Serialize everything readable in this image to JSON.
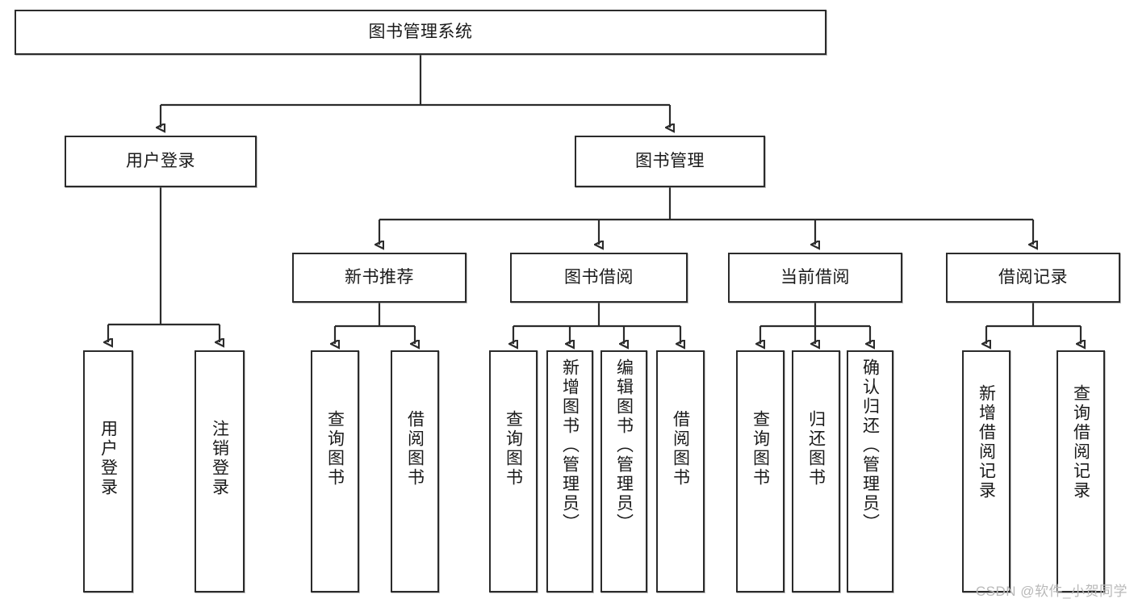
{
  "diagram": {
    "title": "图书管理系统",
    "type": "hierarchy-tree",
    "watermark": "CSDN @软件_小贺同学",
    "colors": {
      "stroke": "#2b2b2b",
      "fill": "#ffffff",
      "text": "#1a1a1a",
      "watermark": "#b9b9b9"
    },
    "levels": {
      "root": {
        "label": "图书管理系统"
      },
      "level2": [
        {
          "id": "user-login",
          "label": "用户登录"
        },
        {
          "id": "book-manage",
          "label": "图书管理"
        }
      ],
      "level3": [
        {
          "id": "new-book-recommend",
          "label": "新书推荐"
        },
        {
          "id": "book-borrow",
          "label": "图书借阅"
        },
        {
          "id": "current-borrow",
          "label": "当前借阅"
        },
        {
          "id": "borrow-record",
          "label": "借阅记录"
        }
      ],
      "leaves": [
        {
          "id": "leaf-user-login",
          "label": "用户登录",
          "parent": "user-login"
        },
        {
          "id": "leaf-logout-login",
          "label": "注销登录",
          "parent": "user-login"
        },
        {
          "id": "leaf-query-book-1",
          "label": "查询图书",
          "parent": "new-book-recommend"
        },
        {
          "id": "leaf-borrow-book-1",
          "label": "借阅图书",
          "parent": "new-book-recommend"
        },
        {
          "id": "leaf-query-book-2",
          "label": "查询图书",
          "parent": "book-borrow"
        },
        {
          "id": "leaf-add-book",
          "label": "新增图书（管理员）",
          "parent": "book-borrow"
        },
        {
          "id": "leaf-edit-book",
          "label": "编辑图书（管理员）",
          "parent": "book-borrow"
        },
        {
          "id": "leaf-borrow-book-2",
          "label": "借阅图书",
          "parent": "book-borrow"
        },
        {
          "id": "leaf-query-book-3",
          "label": "查询图书",
          "parent": "current-borrow"
        },
        {
          "id": "leaf-return-book",
          "label": "归还图书",
          "parent": "current-borrow"
        },
        {
          "id": "leaf-confirm-return",
          "label": "确认归还（管理员）",
          "parent": "current-borrow"
        },
        {
          "id": "leaf-add-record",
          "label": "新增借阅记录",
          "parent": "borrow-record"
        },
        {
          "id": "leaf-query-record",
          "label": "查询借阅记录",
          "parent": "borrow-record"
        }
      ]
    }
  }
}
